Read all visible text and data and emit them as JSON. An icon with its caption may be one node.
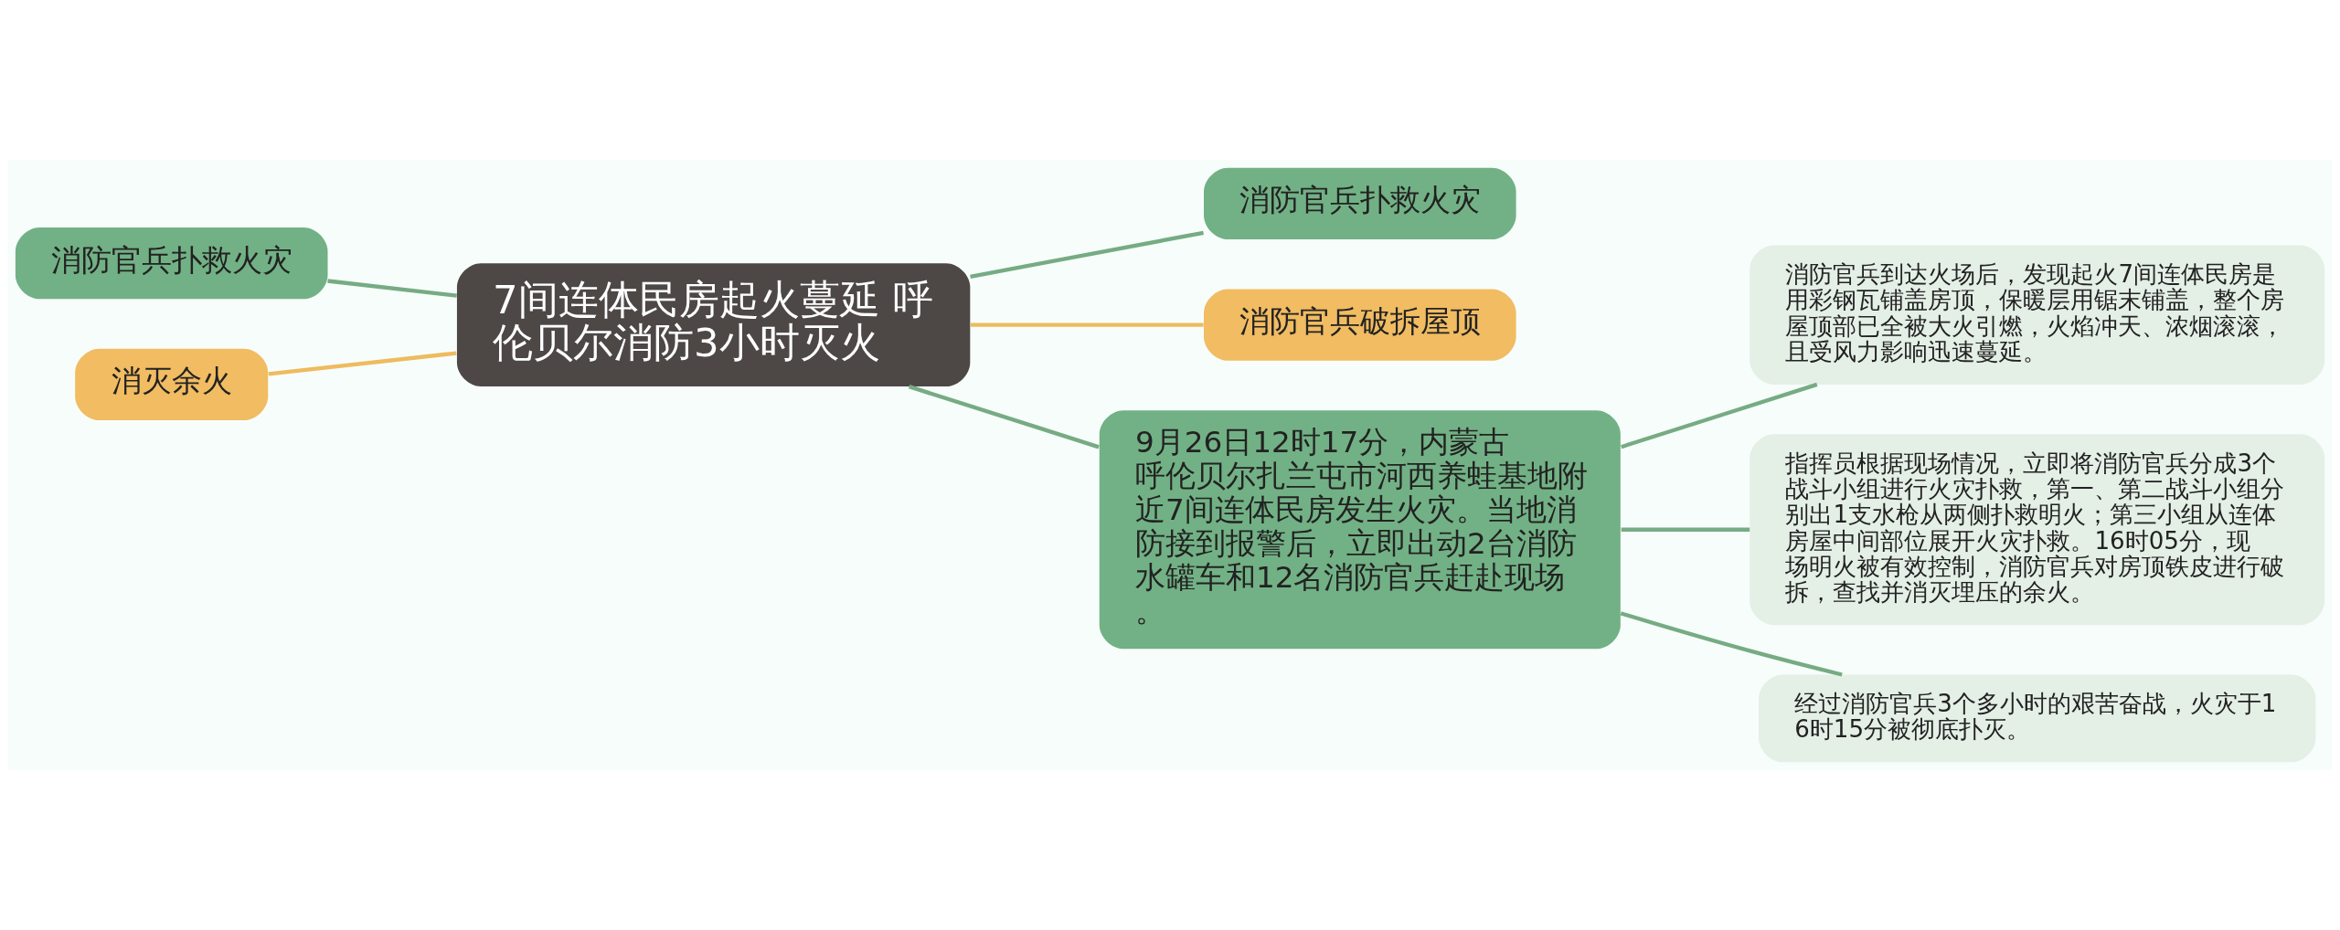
{
  "diagram": {
    "nodes": [
      {
        "text": [
          "7间连体民房起火蔓延 呼伦贝尔消防3小时灭火"
        ]
      },
      {
        "text": [
          "消防官兵扑救火灾"
        ]
      },
      {
        "text": [
          "消防官兵破拆屋顶"
        ]
      },
      {
        "text": [
          "9月26日12时17分，内蒙古呼伦贝尔扎兰屯市河西养蛙基地附近7间连体民房发生火灾。当地消防接到报警后，立即出动2台消防水罐车和12名消防官兵赶赴现场。"
        ]
      },
      {
        "text": [
          "消防官兵到达火场后，发现起火7间连体民房是用彩钢瓦铺盖房顶，保暖层用锯末铺盖，整个房屋顶部已全被大火引燃，火焰冲天、浓烟滚滚，且受风力影响迅速蔓延。"
        ]
      },
      {
        "text": [
          "指挥员根据现场情况，立即将消防官兵分成3个战斗小组进行火灾扑救，第一、第二战斗小组分别出1支水枪从两侧扑救明火；第三小组从连体房屋中间部位展开火灾扑救。16时05分，现场明火被有效控制，消防官兵对房顶铁皮进行破拆，查找并消灭埋压的余火。"
        ]
      },
      {
        "text": [
          "经过消防官兵3个多小时的艰苦奋战，火灾于16时15分被彻底扑灭。"
        ]
      },
      {
        "text": [
          "消防官兵扑救火灾"
        ]
      },
      {
        "text": [
          "消灭余火"
        ]
      }
    ],
    "edges": [
      {
        "from": 0,
        "to": 1,
        "arrow": "none"
      },
      {
        "from": 0,
        "to": 2,
        "arrow": "none",
        "color": "#eebb5e"
      },
      {
        "from": 0,
        "to": 3,
        "arrow": "none"
      },
      {
        "from": 3,
        "to": 4,
        "arrow": "none"
      },
      {
        "from": 3,
        "to": 5,
        "arrow": "none"
      },
      {
        "from": 3,
        "to": 6,
        "arrow": "none"
      },
      {
        "from": 0,
        "to": 7,
        "arrow": "none"
      },
      {
        "from": 0,
        "to": 8,
        "arrow": "none",
        "color": "#eebb5e"
      }
    ]
  }
}
